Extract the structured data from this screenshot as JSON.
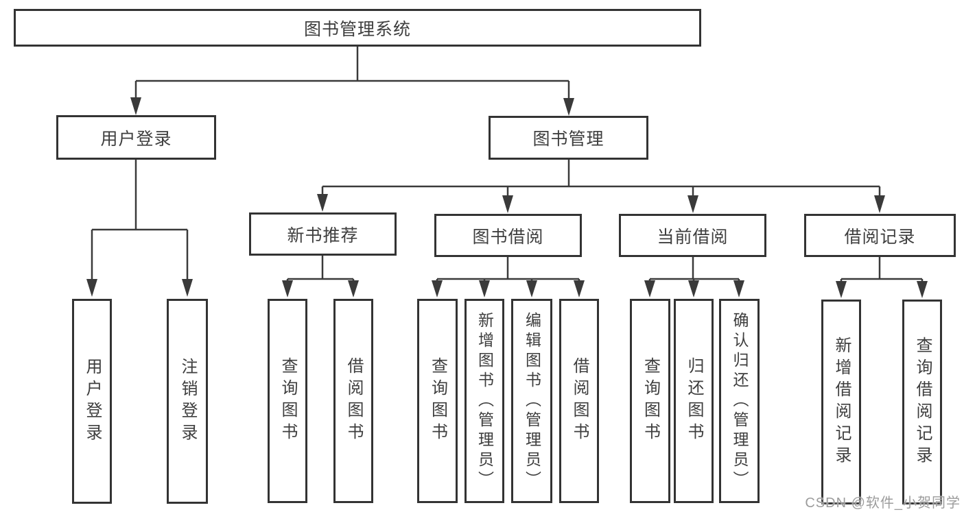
{
  "diagram": {
    "type": "hierarchy-tree",
    "title": "图书管理系统",
    "watermark": "CSDN @软件_小贺同学",
    "colors": {
      "border": "#333333",
      "line": "#3a3a3a",
      "text": "#3e3e3e",
      "watermark": "#9c9c9c",
      "background": "#ffffff"
    },
    "nodes": {
      "root": {
        "label": "图书管理系统"
      },
      "user_login": {
        "label": "用户登录"
      },
      "book_management": {
        "label": "图书管理"
      },
      "new_book_recommend": {
        "label": "新书推荐"
      },
      "book_borrow": {
        "label": "图书借阅"
      },
      "current_borrow": {
        "label": "当前借阅"
      },
      "borrow_records": {
        "label": "借阅记录"
      },
      "leaf_user_login": {
        "label": "用户登录"
      },
      "leaf_logout": {
        "label": "注销登录"
      },
      "leaf_query_book_recommend": {
        "label": "查询图书"
      },
      "leaf_borrow_book_recommend": {
        "label": "借阅图书"
      },
      "leaf_query_book_borrow": {
        "label": "查询图书"
      },
      "leaf_add_book": {
        "label": "新增图书（管理员）"
      },
      "leaf_edit_book": {
        "label": "编辑图书（管理员）"
      },
      "leaf_borrow_book_borrow": {
        "label": "借阅图书"
      },
      "leaf_query_book_current": {
        "label": "查询图书"
      },
      "leaf_return_book": {
        "label": "归还图书"
      },
      "leaf_confirm_return": {
        "label": "确认归还（管理员）"
      },
      "leaf_add_borrow_record": {
        "label": "新增借阅记录"
      },
      "leaf_query_borrow_record": {
        "label": "查询借阅记录"
      }
    },
    "hierarchy": {
      "图书管理系统": {
        "用户登录": [
          "用户登录",
          "注销登录"
        ],
        "图书管理": {
          "新书推荐": [
            "查询图书",
            "借阅图书"
          ],
          "图书借阅": [
            "查询图书",
            "新增图书（管理员）",
            "编辑图书（管理员）",
            "借阅图书"
          ],
          "当前借阅": [
            "查询图书",
            "归还图书",
            "确认归还（管理员）"
          ],
          "借阅记录": [
            "新增借阅记录",
            "查询借阅记录"
          ]
        }
      }
    }
  }
}
